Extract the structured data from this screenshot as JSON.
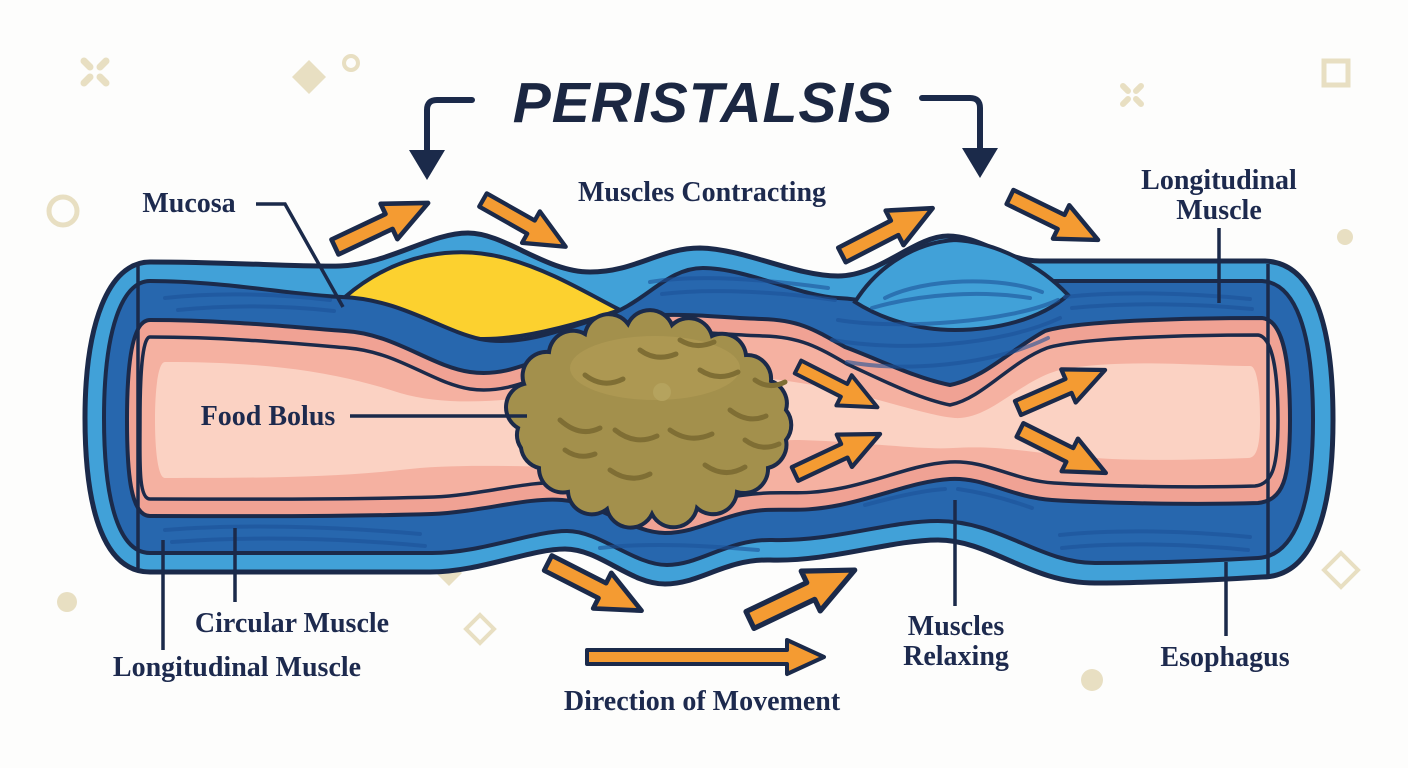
{
  "title": "PERISTALSIS",
  "labels": {
    "mucosa": "Mucosa",
    "muscles_contracting": "Muscles Contracting",
    "longitudinal_muscle_top": {
      "line1": "Longitudinal",
      "line2": "Muscle"
    },
    "food_bolus": "Food Bolus",
    "circular_muscle": "Circular Muscle",
    "longitudinal_muscle_bottom": "Longitudinal Muscle",
    "direction_of_movement": "Direction of Movement",
    "muscles_relaxing": {
      "line1": "Muscles",
      "line2": "Relaxing"
    },
    "esophagus": "Esophagus"
  },
  "icons": {
    "flow_arrow": "orange-arrow",
    "direction_arrow": "long-orange-arrow",
    "title_pointer_left": "elbow-arrow-down",
    "title_pointer_right": "elbow-arrow-down"
  },
  "colors": {
    "outline_navy": "#1b2a4a",
    "text_navy": "#1d2a4e",
    "outer_longitudinal_muscle_blue": "#41a1d8",
    "circular_muscle_dark_blue": "#2767ae",
    "muscle_fiber_streak": "#1d539a",
    "mucosa_salmon": "#f0a294",
    "submucosa_wash": "#f5b1a1",
    "lumen_pink": "#fbd2c3",
    "contraction_yellow": "#fcd12f",
    "arrow_orange": "#f49b32",
    "food_bolus_olive": "#a3904c",
    "bolus_mark_dark": "#7f6e34",
    "decor_beige": "#e8dfc2",
    "background": "#fdfdfc"
  }
}
